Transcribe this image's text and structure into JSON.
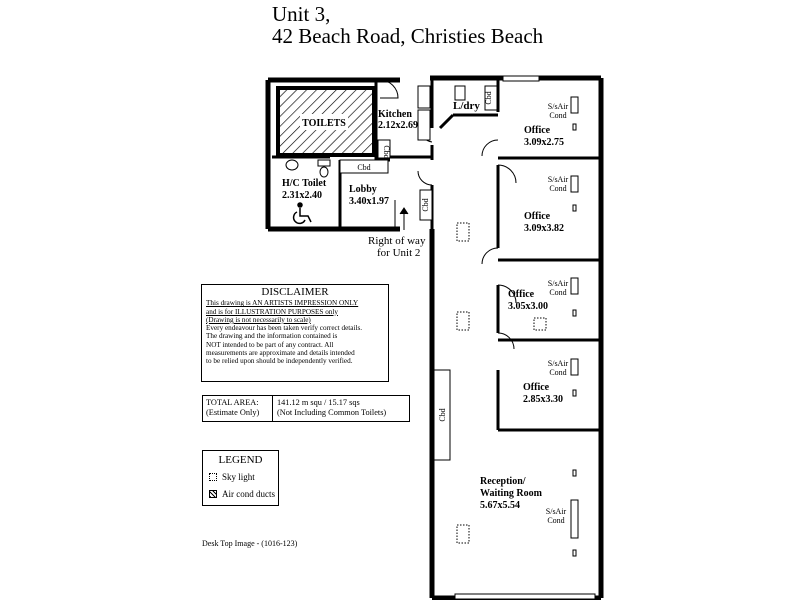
{
  "title": {
    "line1": "Unit 3,",
    "line2": "42 Beach Road, Christies Beach"
  },
  "rooms": {
    "toilets": "TOILETS",
    "kitchen": {
      "name": "Kitchen",
      "size": "2.12x2.69"
    },
    "laundry": "L/dry",
    "hc_toilet": {
      "name": "H/C Toilet",
      "size": "2.31x2.40"
    },
    "lobby": {
      "name": "Lobby",
      "size": "3.40x1.97"
    },
    "office1": {
      "name": "Office",
      "size": "3.09x2.75"
    },
    "office2": {
      "name": "Office",
      "size": "3.09x3.82"
    },
    "office3": {
      "name": "Office",
      "size": "3.05x3.00"
    },
    "office4": {
      "name": "Office",
      "size": "2.85x3.30"
    },
    "reception": {
      "name1": "Reception/",
      "name2": "Waiting Room",
      "size": "5.67x5.54"
    }
  },
  "cbd_label": "Cbd",
  "aircon_label": {
    "line1": "S/sAir",
    "line2": "Cond"
  },
  "right_of_way": {
    "line1": "Right of way",
    "line2": "for Unit 2"
  },
  "disclaimer": {
    "title": "DISCLAIMER",
    "line1": "This drawing is AN ARTISTS IMPRESSION ONLY",
    "line2": "and is for ILLUSTRATION PURPOSES only",
    "line3": "(Drawing is not necessarily to scale)",
    "line4": "Every endeavour has been taken verify correct details.",
    "line5": "The drawing and the information contained is",
    "line6": "NOT intended to be part of any contract.  All",
    "line7": "measurements are approximate and details intended",
    "line8": "to be relied upon should be independently verified."
  },
  "area": {
    "label1": "TOTAL AREA:",
    "label2": "(Estimate Only)",
    "value1": "141.12 m squ  /  15.17 sqs",
    "value2": "(Not Including Common Toilets)"
  },
  "legend": {
    "title": "LEGEND",
    "skylight": "Sky light",
    "aircond": "Air cond ducts"
  },
  "footer": "Desk Top Image -   (1016-123)"
}
